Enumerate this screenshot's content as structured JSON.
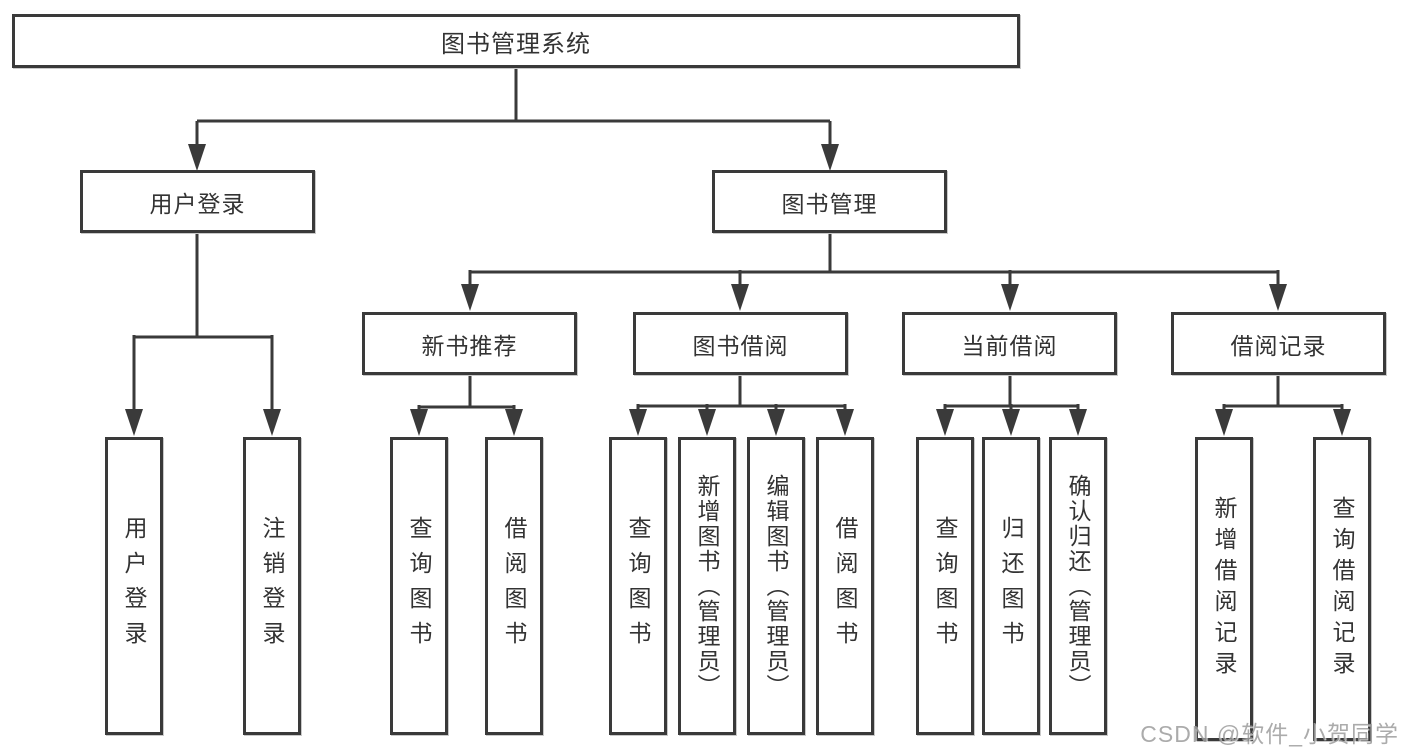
{
  "diagram": {
    "root": "图书管理系统",
    "branches": {
      "user_login": "用户登录",
      "book_management": "图书管理"
    },
    "book_management_children": {
      "new_book_recommend": "新书推荐",
      "book_borrow": "图书借阅",
      "current_borrow": "当前借阅",
      "borrow_record": "借阅记录"
    },
    "leaves": {
      "user_login": "用户登录",
      "logout": "注销登录",
      "nb_query_book": "查询图书",
      "nb_borrow_book": "借阅图书",
      "bb_query_book": "查询图书",
      "bb_add_book": "新增图书（管理员）",
      "bb_edit_book": "编辑图书（管理员）",
      "bb_borrow_book": "借阅图书",
      "cb_query_book": "查询图书",
      "cb_return_book": "归还图书",
      "cb_confirm_return": "确认归还（管理员）",
      "br_add_record": "新增借阅记录",
      "br_query_record": "查询借阅记录"
    }
  },
  "watermark": "CSDN @软件_小贺同学",
  "colors": {
    "line": "#3a3a3a",
    "box_border": "#3a3a3a",
    "text": "#333333",
    "watermark": "#9d9d9d",
    "background": "#ffffff"
  }
}
